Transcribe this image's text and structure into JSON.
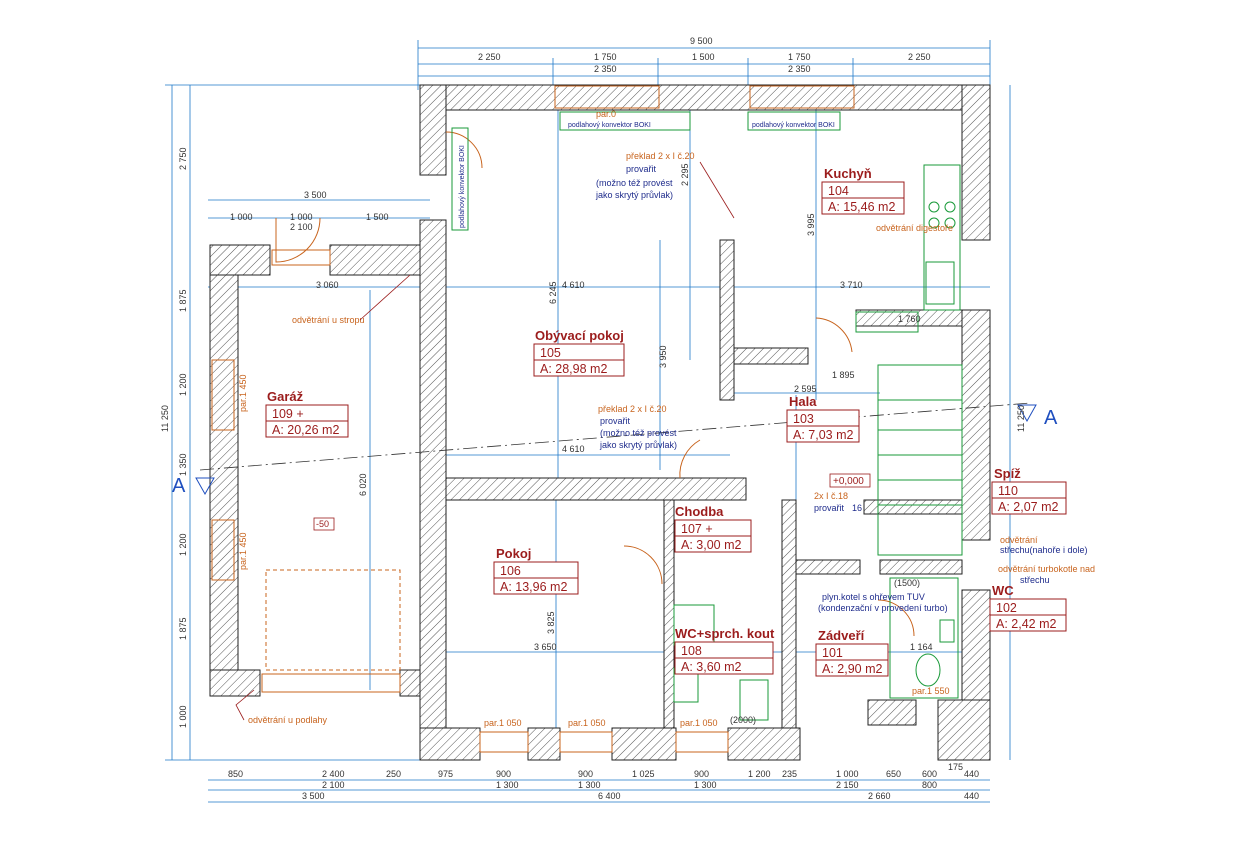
{
  "overall": {
    "width_label": "9 500",
    "height_label_left": "11 250",
    "height_label_right": "11 250"
  },
  "top_dims": {
    "row1": [
      "2 250",
      "1 750",
      "1 500",
      "1 750",
      "2 250"
    ],
    "row2": [
      "2 350",
      "2 350"
    ]
  },
  "left_dims": [
    "2 750",
    "1 875",
    "1 200",
    "1 350",
    "1 200",
    "1 875",
    "1 000"
  ],
  "bottom_dims": {
    "row1": [
      "850",
      "2 400",
      "250",
      "975",
      "900",
      "900",
      "1 025",
      "900",
      "1 200",
      "235",
      "1 000",
      "650",
      "600",
      "440"
    ],
    "row2": [
      "2 100",
      "1 300",
      "1 300",
      "1 300",
      "2 150",
      "800"
    ],
    "row3": [
      "3 500",
      "6 400",
      "2 660",
      "440"
    ],
    "extra": "175"
  },
  "garage_top_dims": [
    "3 500",
    "1 000",
    "1 000",
    "1 500",
    "2 100"
  ],
  "interior_dims": {
    "living_width": "4 610",
    "kitchen_width": "3 710",
    "garage_width": "3 060",
    "living_width2": "4 610",
    "pokoj_width": "3 650",
    "hall": "2 595",
    "hall2": "1 895",
    "d6245": "6 245",
    "d6020": "6 020",
    "d3825": "3 825",
    "d3950": "3 950",
    "d3995": "3 995",
    "d2295": "2 295",
    "d1760": "1 760",
    "d1164": "1 164"
  },
  "rooms": [
    {
      "name": "Kuchyň",
      "number": "104",
      "area": "A: 15,46 m2"
    },
    {
      "name": "Obývací pokoj",
      "number": "105",
      "area": "A: 28,98 m2"
    },
    {
      "name": "Garáž",
      "number": "109 +",
      "area": "A: 20,26 m2"
    },
    {
      "name": "Hala",
      "number": "103",
      "area": "A: 7,03 m2"
    },
    {
      "name": "Spíž",
      "number": "110",
      "area": "A: 2,07 m2"
    },
    {
      "name": "Chodba",
      "number": "107 +",
      "area": "A: 3,00 m2"
    },
    {
      "name": "Pokoj",
      "number": "106",
      "area": "A: 13,96 m2"
    },
    {
      "name": "WC",
      "number": "102",
      "area": "A: 2,42 m2"
    },
    {
      "name": "WC+sprch. kout",
      "number": "108",
      "area": "A: 3,60 m2"
    },
    {
      "name": "Zádveří",
      "number": "101",
      "area": "A: 2,90 m2"
    }
  ],
  "notes": {
    "convector1": "podlahový konvektor BOKI",
    "convector2": "podlahový konvektor BOKI",
    "convector3": "podlahový konvektor BOKI",
    "lintel1_a": "překlad 2 x I č.20",
    "lintel1_b": "provařit",
    "lintel1_c": "(možno též provést",
    "lintel1_d": "jako skrytý průvlak)",
    "lintel2_a": "překlad 2 x I č.20",
    "lintel2_b": "provařit",
    "lintel2_c": "(možno též provést",
    "lintel2_d": "jako skrytý průvlak)",
    "lintel3_a": "2x I č.18",
    "lintel3_b": "provařit",
    "lintel3_c": "16",
    "vent_hood": "odvětrání digestoře",
    "vent_ceiling": "odvětrání u stropu",
    "vent_floor": "odvětrání u podlahy",
    "vent_roof_a": "odvětrání",
    "vent_roof_b": "střechu(nahoře i dole)",
    "vent_boiler_a": "odvětrání turbokotle nad",
    "vent_boiler_b": "střechu",
    "boiler_a": "plyn.kotel s ohřevem TUV",
    "boiler_b": "(kondenzační v provedení turbo)",
    "boiler_dim": "(1500)",
    "level": "+0,000",
    "garage_level": "-50",
    "tank": "(2000)",
    "par0": "par.0",
    "par1": "par.1 050",
    "par2": "par.1 050",
    "par3": "par.1 050",
    "par4": "par.1 450",
    "par5": "par.1 450",
    "par6": "par.1 550",
    "section_left": "A",
    "section_right": "A"
  },
  "colors": {
    "wall_hatch": "#6b6b6b",
    "dim_line": "#1e78c8",
    "room_text": "#9b1c1c",
    "note_orange": "#c8641e",
    "fixture_green": "#1a9a3a",
    "blue_text": "#1f2c8c"
  }
}
